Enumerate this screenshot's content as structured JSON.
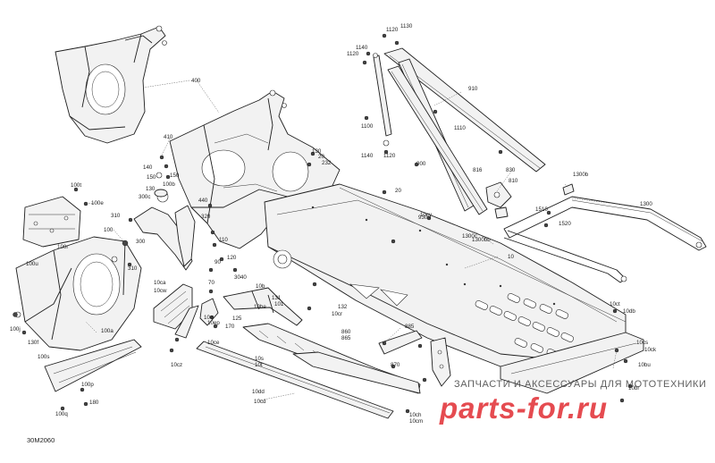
{
  "diagram_code": "30M2060",
  "watermark": {
    "caption": "ЗАПЧАСТИ И АКСЕССУАРЫ ДЛЯ МОТОТЕХНИКИ",
    "logo": "parts-for.ru",
    "logo_color": "#e0242a"
  },
  "part_labels": [
    "400",
    "410",
    "140",
    "150",
    "130",
    "300c",
    "310",
    "300",
    "310",
    "320",
    "100",
    "100t",
    "100e",
    "100u",
    "100r",
    "100j",
    "130f",
    "100a",
    "100s",
    "100p",
    "100q",
    "180",
    "110",
    "120",
    "90",
    "440",
    "70",
    "3040",
    "10ca",
    "10cw",
    "10cz",
    "10ce",
    "10e",
    "10ep",
    "10b",
    "10be",
    "125",
    "170",
    "150",
    "100b",
    "1120",
    "1130",
    "1140",
    "1120",
    "910",
    "1100",
    "1110",
    "1140",
    "1120",
    "900",
    "816",
    "830",
    "810",
    "1300b",
    "1300",
    "1510",
    "1520",
    "1300c",
    "1300bb",
    "10",
    "20",
    "10cy",
    "930",
    "232",
    "130",
    "20",
    "10cr",
    "131",
    "101",
    "132",
    "860",
    "865",
    "885",
    "870",
    "10ct",
    "10db",
    "10cs",
    "10ck",
    "10bu",
    "10br",
    "10dd",
    "10cd",
    "10s",
    "10t",
    "10ch",
    "10cm",
    "10cb",
    "10cc"
  ]
}
